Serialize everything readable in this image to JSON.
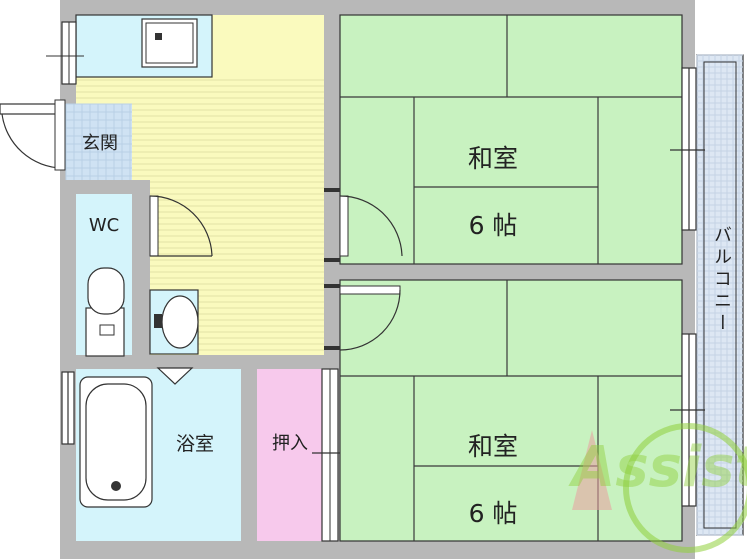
{
  "rooms": {
    "washitsu_top": {
      "name": "和室",
      "size": "6 帖"
    },
    "washitsu_bottom": {
      "name": "和室",
      "size": "6 帖"
    },
    "genkan": "玄関",
    "wc": "WC",
    "bath": "浴室",
    "closet": "押入",
    "balcony": "バルコニー"
  },
  "watermark": {
    "text": "Assist"
  },
  "colors": {
    "wall": "#b8b8b8",
    "tatami": "#c8f2c0",
    "tatami_line": "#3a3a3a",
    "wood_floor": "#fafabe",
    "wet_area": "#d4f4fb",
    "closet": "#f7c9ec",
    "genkan_tile": "#cfe2f3",
    "balcony": "#dde7f3",
    "watermark": "#8fcf3b"
  }
}
